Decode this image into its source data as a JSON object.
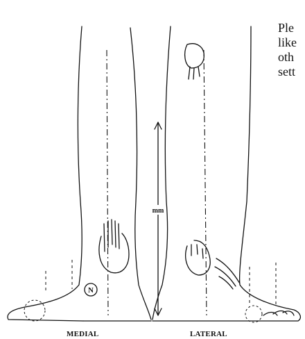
{
  "diagram": {
    "label_medial": "MEDIAL",
    "label_lateral": "LATERAL",
    "measure_label": "mm",
    "marker_label": "N"
  },
  "side_text": {
    "lines": [
      "Ple",
      "like",
      "oth",
      "sett"
    ]
  }
}
